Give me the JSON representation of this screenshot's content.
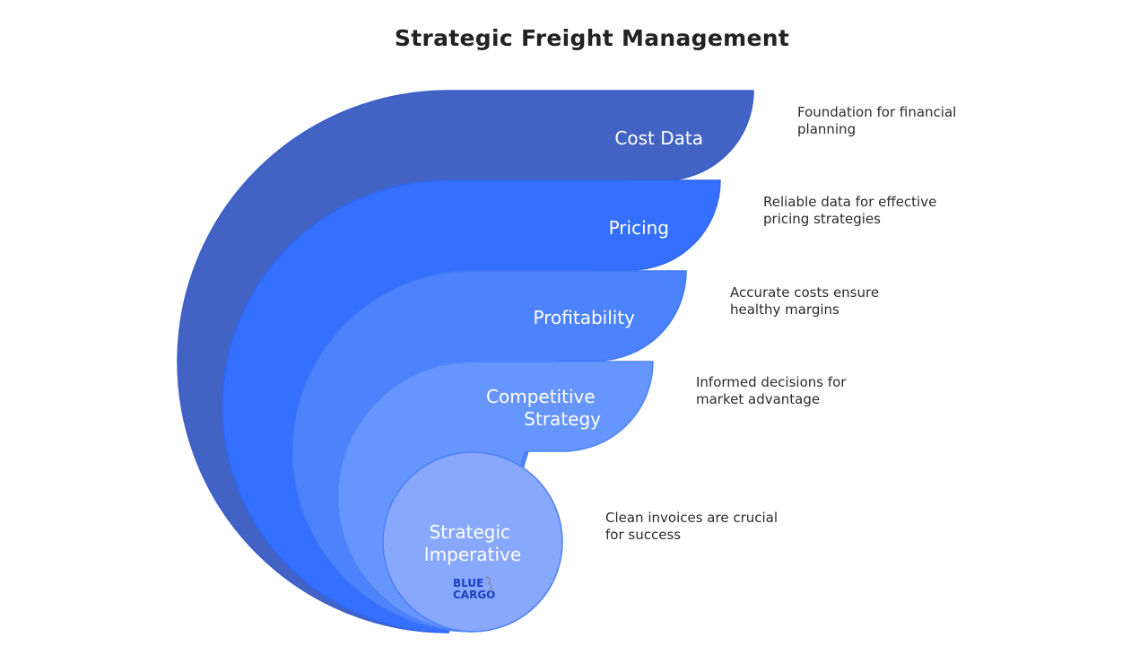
{
  "title": "Strategic Freight Management",
  "layers": [
    {
      "label_lines": [
        "Cost Data"
      ],
      "description": "Foundation for financial planning",
      "color": "#4263c4"
    },
    {
      "label_lines": [
        "Pricing"
      ],
      "description": "Reliable data for effective pricing strategies",
      "color": "#346ffd"
    },
    {
      "label_lines": [
        "Profitability"
      ],
      "description": "Accurate costs ensure healthy margins",
      "color": "#4d82fd"
    },
    {
      "label_lines": [
        "Competitive",
        "Strategy"
      ],
      "description": "Informed decisions for market advantage",
      "color": "#6695fd"
    },
    {
      "label_lines": [
        "Strategic",
        "Imperative"
      ],
      "description": "Clean invoices are crucial for success",
      "color": "#88a8fd"
    }
  ],
  "logo": {
    "line1": "BLUE",
    "line2": "CARGO",
    "color": "#1d3fc4"
  }
}
